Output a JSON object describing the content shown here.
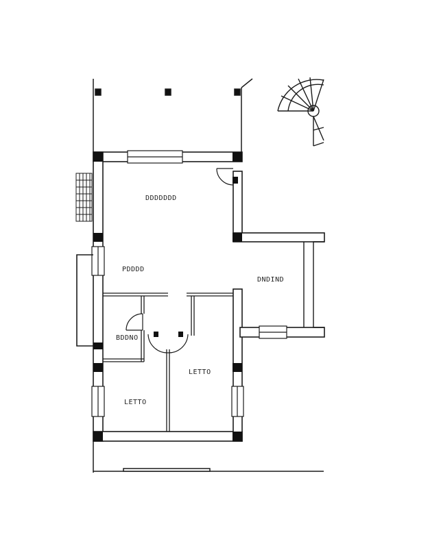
{
  "rooms": [
    {
      "id": "main",
      "label": "DDDDDDD"
    },
    {
      "id": "left",
      "label": "PDDDD"
    },
    {
      "id": "right",
      "label": "DNDIND"
    },
    {
      "id": "bath",
      "label": "BDDNO"
    },
    {
      "id": "bed1",
      "label": "LETTO"
    },
    {
      "id": "bed2",
      "label": "LETTO"
    }
  ],
  "colors": {
    "ink": "#1a1a1a",
    "wall": "#ffffff",
    "column": "#111111"
  }
}
